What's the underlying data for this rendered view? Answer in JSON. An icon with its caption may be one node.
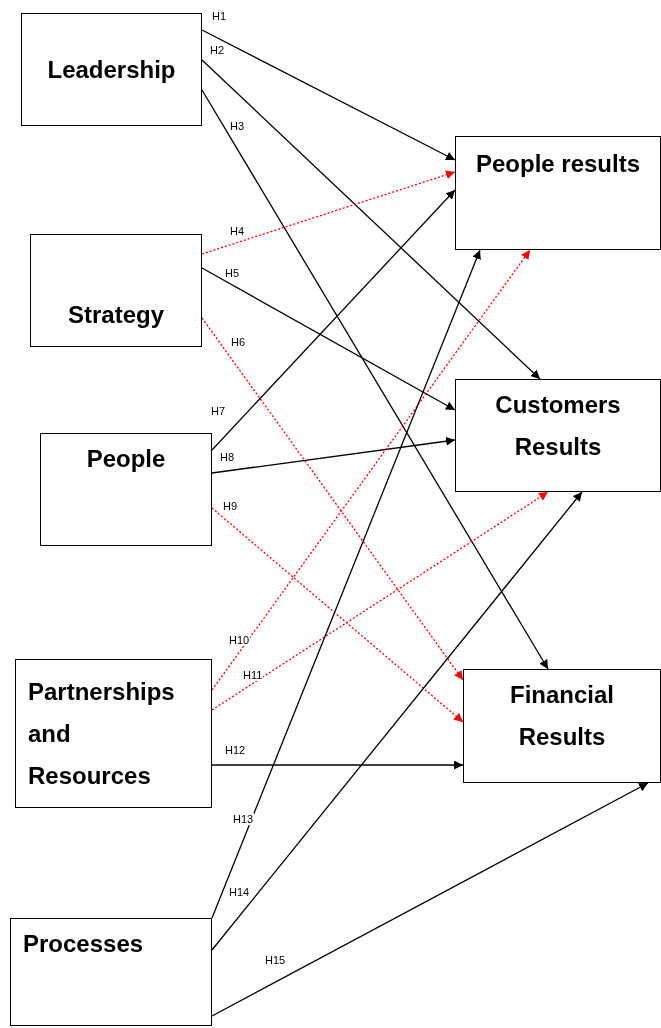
{
  "diagram": {
    "nodes": [
      {
        "text": [
          "Leadership"
        ]
      },
      {
        "text": [
          "Strategy"
        ]
      },
      {
        "text": [
          "People"
        ]
      },
      {
        "text": [
          "Partnerships and Resources"
        ]
      },
      {
        "text": [
          "Processes"
        ]
      },
      {
        "text": [
          "People results"
        ]
      },
      {
        "text": [
          "Customers Results"
        ]
      },
      {
        "text": [
          "Financial Results"
        ]
      }
    ],
    "edges": [
      {
        "from": 0,
        "to": 5,
        "arrow": "to",
        "label": "H1"
      },
      {
        "from": 0,
        "to": 6,
        "arrow": "to",
        "label": "H2"
      },
      {
        "from": 0,
        "to": 7,
        "arrow": "to",
        "label": "H3"
      },
      {
        "from": 1,
        "to": 5,
        "arrow": "to",
        "label": "H4",
        "style": "dashed",
        "color": "#ff0000"
      },
      {
        "from": 1,
        "to": 6,
        "arrow": "to",
        "label": "H5"
      },
      {
        "from": 1,
        "to": 7,
        "arrow": "to",
        "label": "H6",
        "style": "dashed",
        "color": "#ff0000"
      },
      {
        "from": 2,
        "to": 5,
        "arrow": "to",
        "label": "H7"
      },
      {
        "from": 2,
        "to": 6,
        "arrow": "to",
        "label": "H8"
      },
      {
        "from": 2,
        "to": 7,
        "arrow": "to",
        "label": "H9",
        "style": "dashed",
        "color": "#ff0000"
      },
      {
        "from": 3,
        "to": 5,
        "arrow": "to",
        "label": "H10",
        "style": "dashed",
        "color": "#ff0000"
      },
      {
        "from": 3,
        "to": 6,
        "arrow": "to",
        "label": "H11",
        "style": "dashed",
        "color": "#ff0000"
      },
      {
        "from": 3,
        "to": 7,
        "arrow": "to",
        "label": "H12"
      },
      {
        "from": 4,
        "to": 5,
        "arrow": "to",
        "label": "H13"
      },
      {
        "from": 4,
        "to": 6,
        "arrow": "to",
        "label": "H14"
      },
      {
        "from": 4,
        "to": 7,
        "arrow": "to",
        "label": "H15"
      }
    ]
  }
}
